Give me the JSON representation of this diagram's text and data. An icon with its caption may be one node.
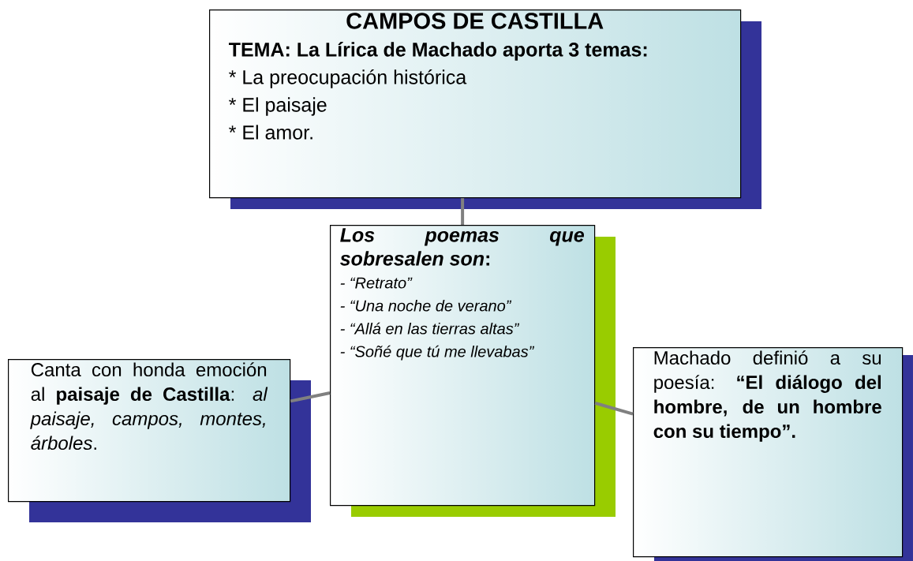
{
  "diagram": {
    "nodes": [
      {
        "text": [
          "CAMPOS DE CASTILLA",
          "**TEMA: La Lírica de Machado aporta 3 temas**:",
          "* La preocupación histórica",
          "* El paisaje",
          "* El amor."
        ]
      },
      {
        "text": [
          "*Los poemas que sobresalen son*:",
          "- “Retrato”",
          "- “Una noche de verano”",
          "- “Allá en las tierras altas”",
          "- “Soñé que tú me llevabas”"
        ]
      },
      {
        "text": [
          "Canta con honda emoción al **paisaje de Castilla**: *al paisaje, campos, montes, árboles*."
        ]
      },
      {
        "text": [
          "Machado definió a su poesía: **“El diálogo del hombre, de un hombre con su tiempo”.**"
        ]
      }
    ],
    "edges": [
      {
        "from": 0,
        "to": 1,
        "arrow": "none"
      },
      {
        "from": 1,
        "to": 2,
        "arrow": "none"
      },
      {
        "from": 1,
        "to": 3,
        "arrow": "none"
      }
    ]
  }
}
